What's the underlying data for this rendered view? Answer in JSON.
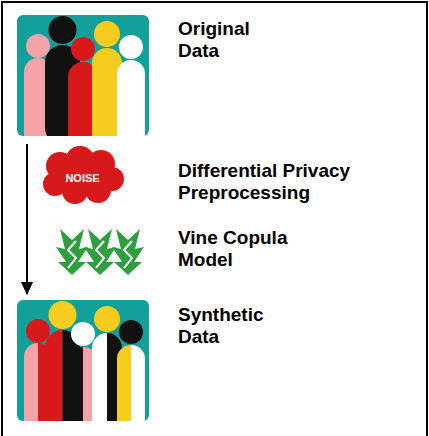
{
  "diagram": {
    "nodes": [
      {
        "text": [
          "Original Data"
        ]
      },
      {
        "text": [
          "NOISE",
          "Differential Privacy Preprocessing"
        ]
      },
      {
        "text": [
          "Vine Copula Model"
        ]
      },
      {
        "text": [
          "Synthetic Data"
        ]
      }
    ],
    "edges": [
      {
        "from": 0,
        "to": 3,
        "arrow": "to"
      }
    ]
  }
}
